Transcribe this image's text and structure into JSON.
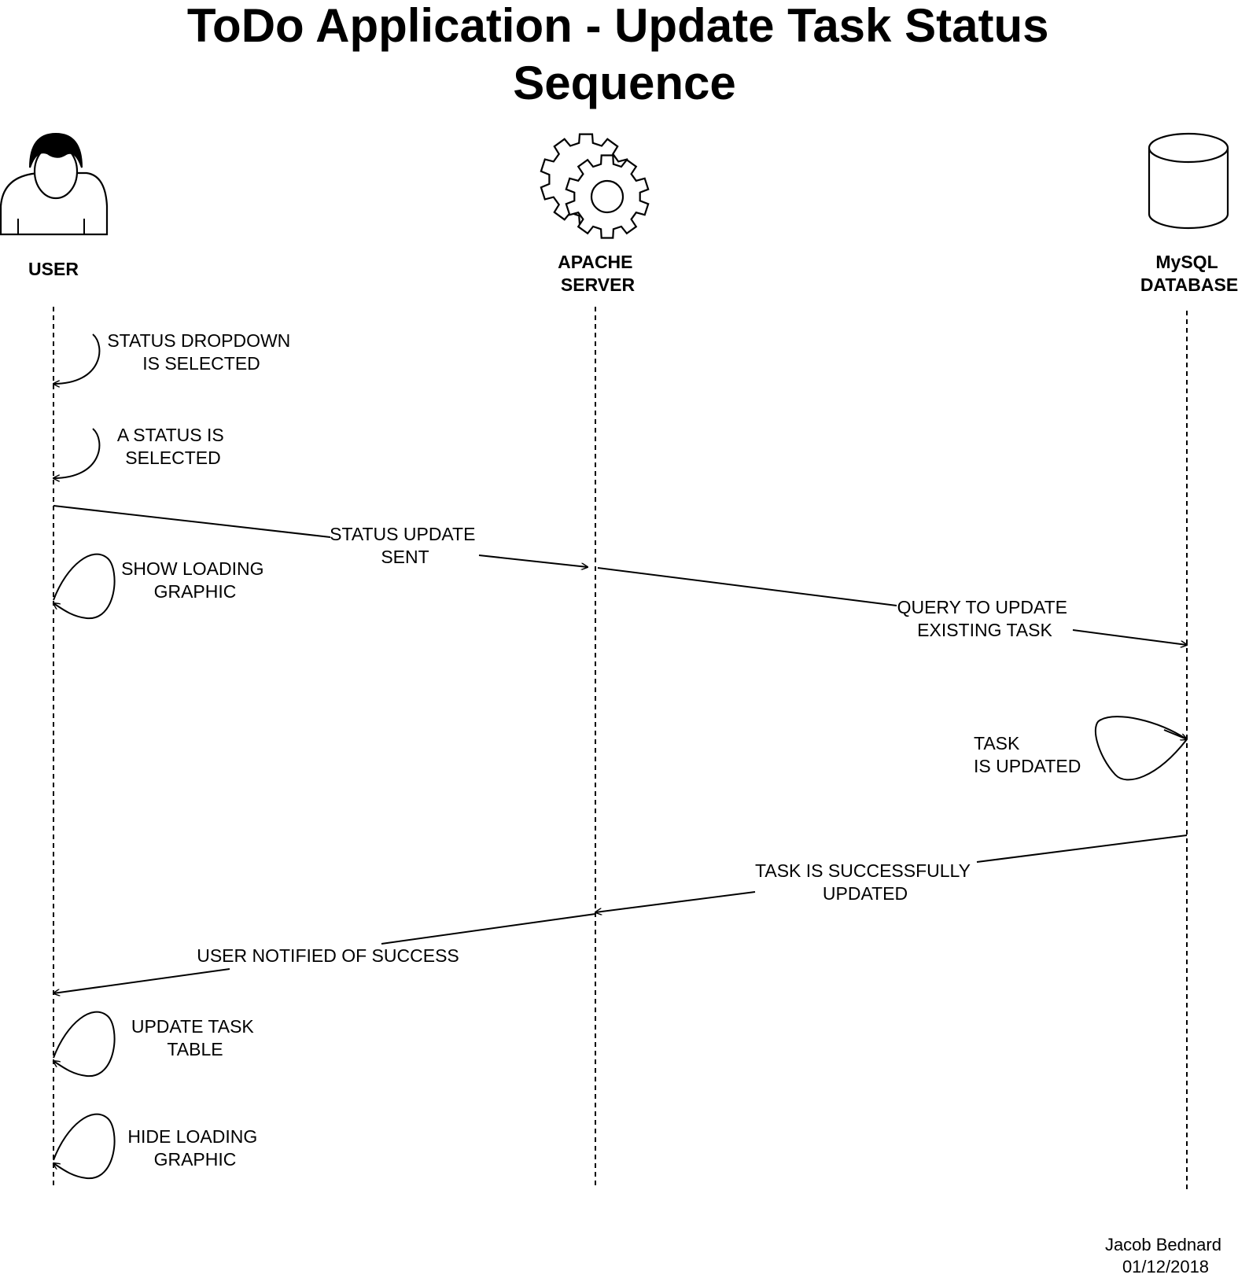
{
  "title": [
    "ToDo Application - Update Task Status",
    "Sequence"
  ],
  "actors": {
    "user": {
      "label": [
        "USER"
      ],
      "icon": "user-icon"
    },
    "server": {
      "label": [
        "APACHE",
        "SERVER"
      ],
      "icon": "gear-icon"
    },
    "database": {
      "label": [
        "MySQL",
        "DATABASE"
      ],
      "icon": "database-cylinder-icon"
    }
  },
  "messages": [
    {
      "id": "status-dropdown-selected",
      "from": "user",
      "to": "user",
      "label": [
        "STATUS DROPDOWN",
        "IS SELECTED"
      ]
    },
    {
      "id": "a-status-selected",
      "from": "user",
      "to": "user",
      "label": [
        "A STATUS IS",
        "SELECTED"
      ]
    },
    {
      "id": "status-update-sent",
      "from": "user",
      "to": "server",
      "label": [
        "STATUS UPDATE",
        "SENT"
      ]
    },
    {
      "id": "show-loading-graphic",
      "from": "user",
      "to": "user",
      "label": [
        "SHOW LOADING",
        "GRAPHIC"
      ]
    },
    {
      "id": "query-update-task",
      "from": "server",
      "to": "database",
      "label": [
        "QUERY TO UPDATE",
        "EXISTING TASK"
      ]
    },
    {
      "id": "task-is-updated",
      "from": "database",
      "to": "database",
      "label": [
        "TASK",
        "IS UPDATED"
      ]
    },
    {
      "id": "task-successfully-updated",
      "from": "database",
      "to": "server",
      "label": [
        "TASK IS SUCCESSFULLY",
        "UPDATED"
      ]
    },
    {
      "id": "user-notified",
      "from": "server",
      "to": "user",
      "label": [
        "USER NOTIFIED OF SUCCESS"
      ]
    },
    {
      "id": "update-task-table",
      "from": "user",
      "to": "user",
      "label": [
        "UPDATE TASK",
        "TABLE"
      ]
    },
    {
      "id": "hide-loading-graphic",
      "from": "user",
      "to": "user",
      "label": [
        "HIDE LOADING",
        "GRAPHIC"
      ]
    }
  ],
  "footer": {
    "author": "Jacob Bednard",
    "date": "01/12/2018"
  }
}
